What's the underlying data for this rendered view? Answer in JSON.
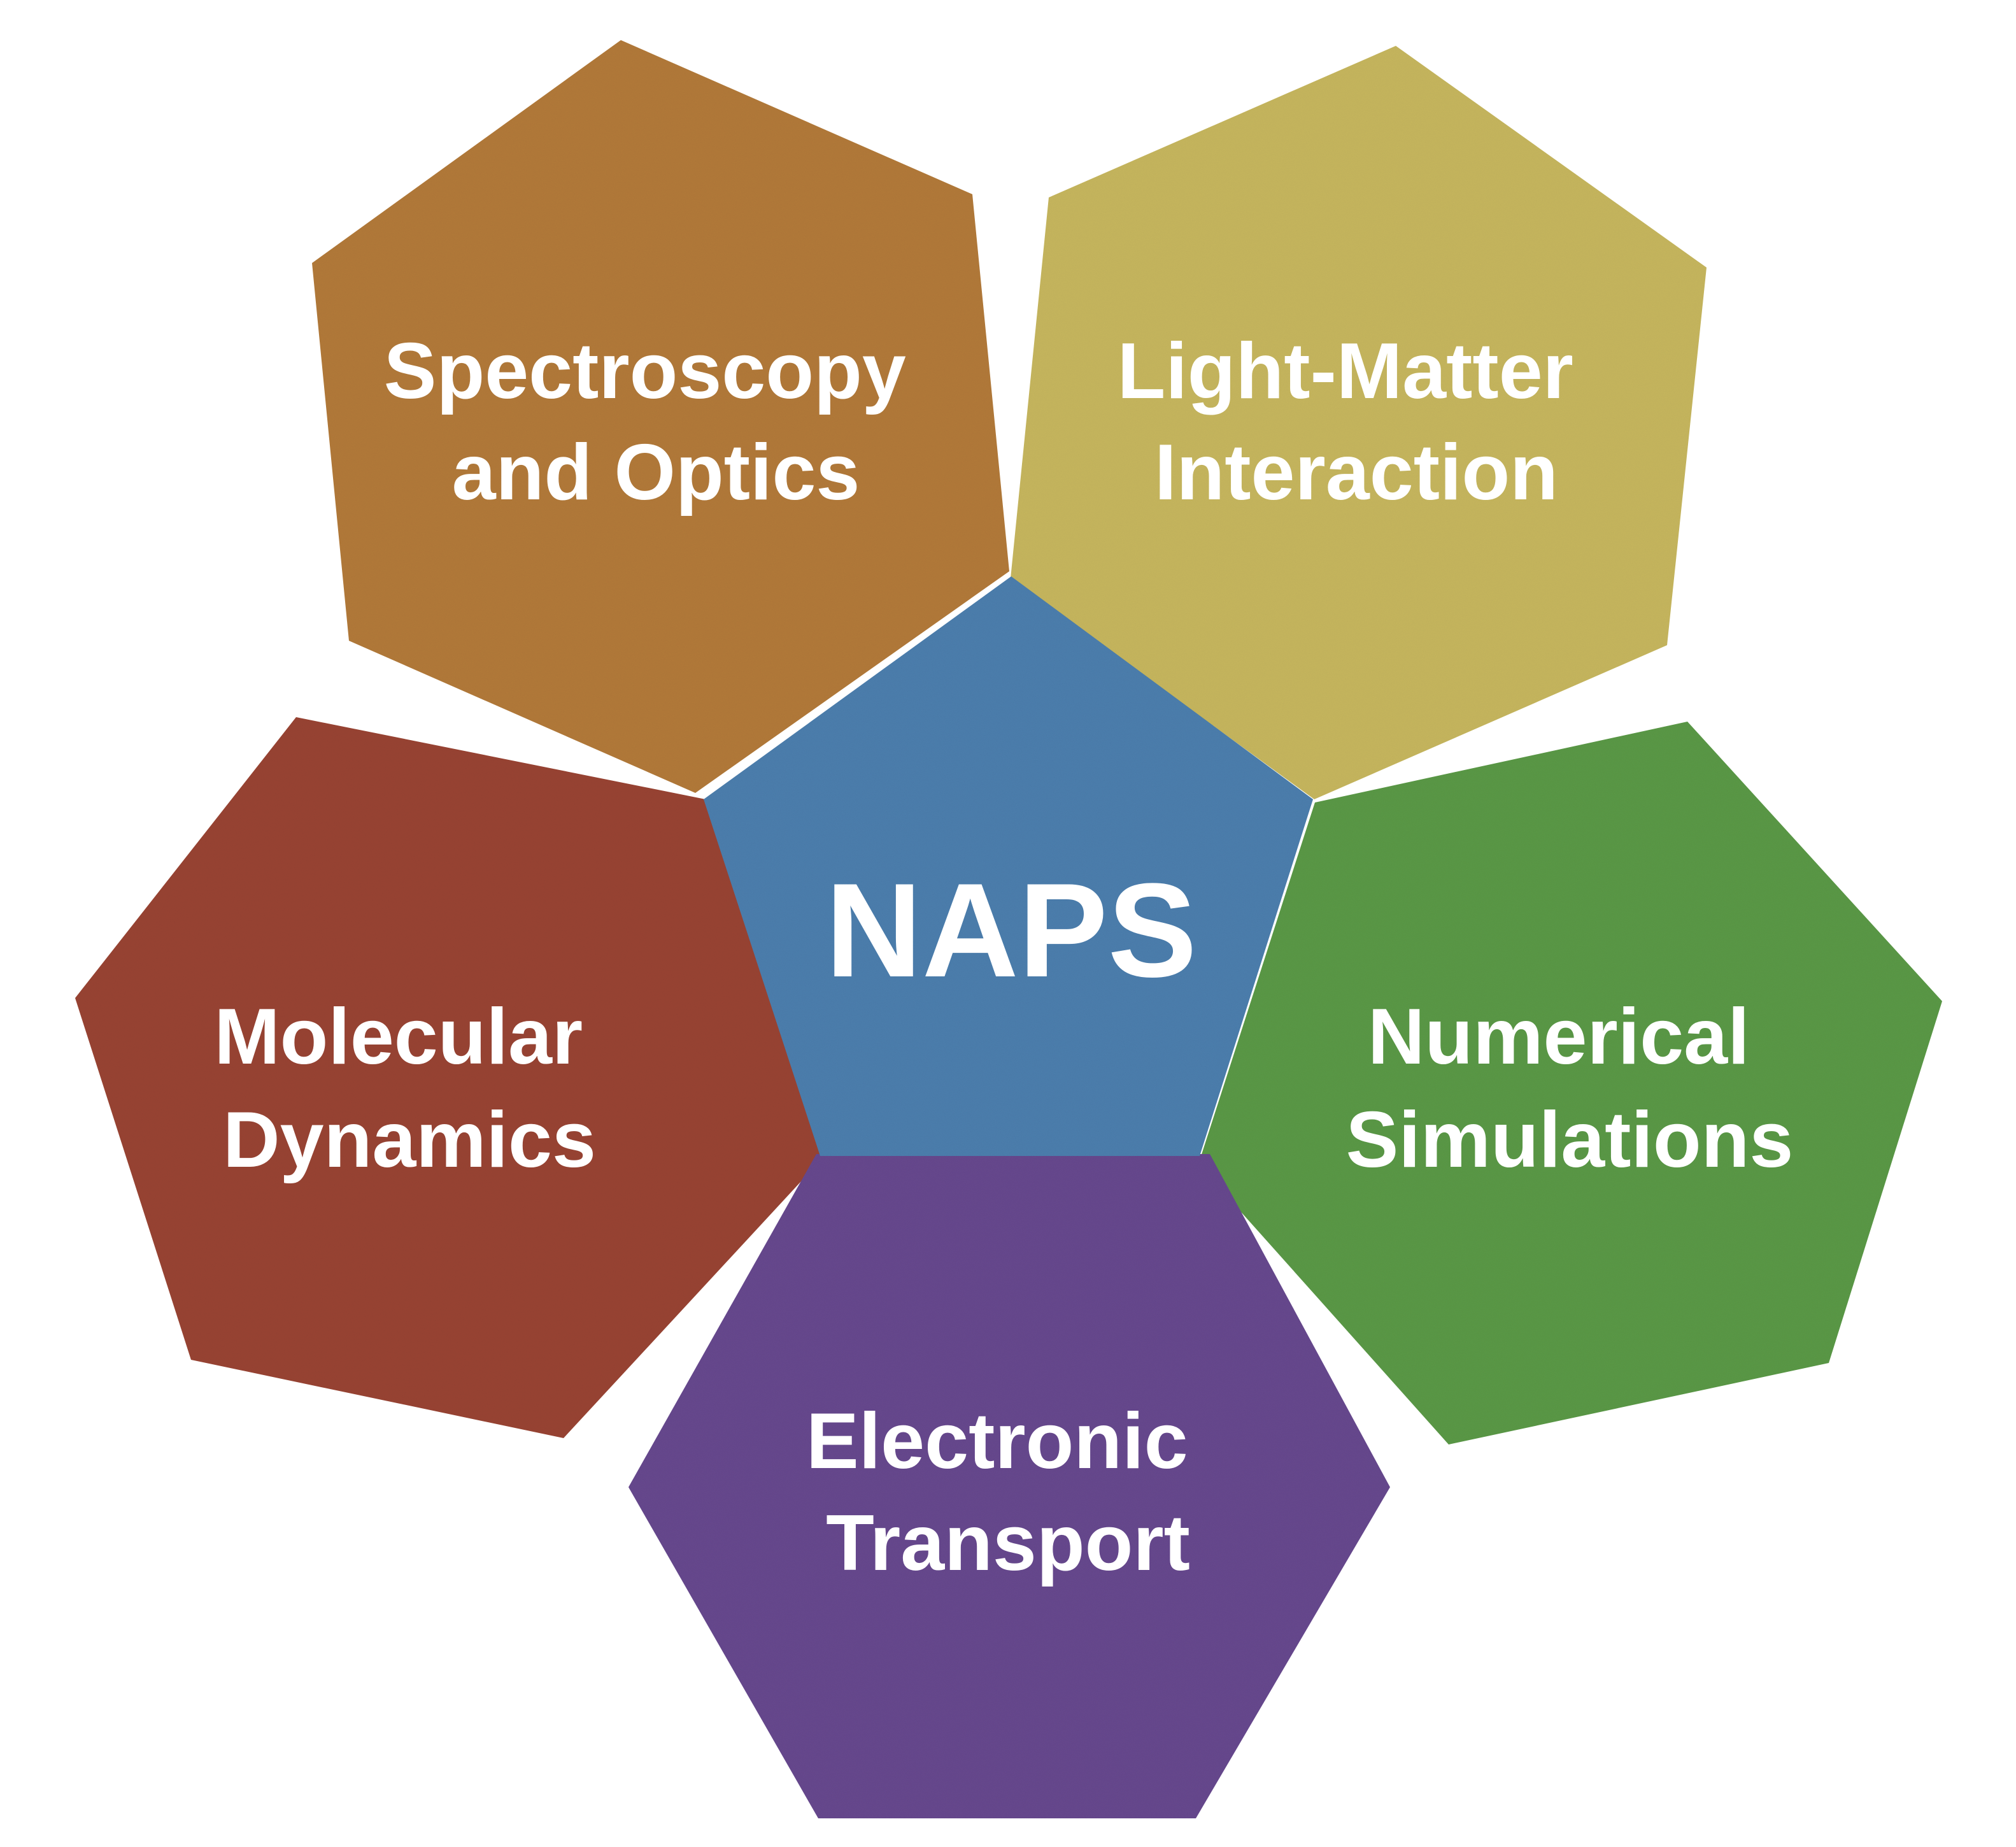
{
  "center": {
    "label": "NAPS",
    "color": "#4e7fae"
  },
  "petals": [
    {
      "key": "spectroscopy",
      "lines": [
        "Spectroscopy",
        "and Optics"
      ],
      "color": "#b37a3a"
    },
    {
      "key": "light-matter",
      "lines": [
        "Light-Matter",
        "Interaction"
      ],
      "color": "#c7b75e"
    },
    {
      "key": "numerical",
      "lines": [
        "Numerical",
        "Simulations"
      ],
      "color": "#5c9a47"
    },
    {
      "key": "electronic",
      "lines": [
        "Electronic",
        "Transport"
      ],
      "color": "#684a8f"
    },
    {
      "key": "molecular",
      "lines": [
        "Molecular",
        "Dynamics"
      ],
      "color": "#9a4434"
    }
  ]
}
